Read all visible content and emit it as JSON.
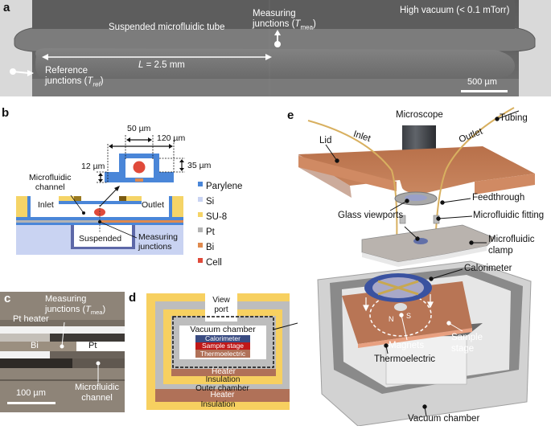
{
  "panels": {
    "a": {
      "letter": "a",
      "suspended_tube": "Suspended microfluidic tube",
      "measuring_line1": "Measuring",
      "measuring_line2": "junctions (",
      "measuring_T": "T",
      "measuring_sub": "mea",
      "measuring_close": ")",
      "vacuum": "High vacuum (< 0.1 mTorr)",
      "length": "L = 2.5 mm",
      "length_L": "L",
      "length_rest": " = 2.5 mm",
      "reference_line1": "Reference",
      "reference_line2": "junctions (",
      "reference_T": "T",
      "reference_sub": "ref",
      "reference_close": ")",
      "scale_bar": "500 µm"
    },
    "b": {
      "letter": "b",
      "dim_50": "50 µm",
      "dim_120": "120 µm",
      "dim_12": "12 µm",
      "dim_35": "35 µm",
      "microfluidic_line1": "Microfluidic",
      "microfluidic_line2": "channel",
      "inlet": "Inlet",
      "outlet": "Outlet",
      "suspended": "Suspended",
      "measuring_line1": "Measuring",
      "measuring_line2": "junctions",
      "legend": [
        {
          "label": "Parylene",
          "color": "#4a86d8"
        },
        {
          "label": "Si",
          "color": "#c9d3f2"
        },
        {
          "label": "SU-8",
          "color": "#f5d467"
        },
        {
          "label": "Pt",
          "color": "#b3b3b3"
        },
        {
          "label": "Bi",
          "color": "#e08a4e"
        },
        {
          "label": "Cell",
          "color": "#e04a3a"
        }
      ]
    },
    "c": {
      "letter": "c",
      "measuring_line1": "Measuring",
      "measuring_line2": "junctions (",
      "measuring_T": "T",
      "measuring_sub": "mea",
      "measuring_close": ")",
      "pt_heater": "Pt heater",
      "bi": "Bi",
      "pt": "Pt",
      "scale_bar": "100 µm",
      "microfluidic_line1": "Microfluidic",
      "microfluidic_line2": "channel"
    },
    "d": {
      "letter": "d",
      "view_port_line1": "View",
      "view_port_line2": "port",
      "vacuum_chamber": "Vacuum chamber",
      "calorimeter": "Calorimeter",
      "sample_stage": "Sample stage",
      "thermoelectric": "Thermoelectric",
      "heater_inner": "Heater",
      "insulation_inner": "Insulation",
      "outer_chamber": "Outer chamber",
      "heater_outer": "Heater",
      "insulation_outer": "Insulation"
    },
    "e": {
      "letter": "e",
      "microscope": "Microscope",
      "tubing": "Tubing",
      "lid": "Lid",
      "inlet": "Inlet",
      "outlet": "Outlet",
      "feedthrough": "Feedthrough",
      "glass_viewports": "Glass viewports",
      "microfluidic_fitting": "Microfluidic fitting",
      "microfluidic_clamp_line1": "Microfluidic",
      "microfluidic_clamp_line2": "clamp",
      "calorimeter": "Calorimeter",
      "magnets": "Magnets",
      "north": "N",
      "south": "S",
      "sample_stage_line1": "Sample",
      "sample_stage_line2": "stage",
      "thermoelectric": "Thermoelectric",
      "vacuum_chamber": "Vacuum chamber"
    }
  },
  "colors": {
    "parylene": "#4a86d8",
    "si": "#c9d3f2",
    "su8": "#f5d467",
    "pt": "#b3b3b3",
    "bi": "#e08a4e",
    "cell": "#e04a3a",
    "copper": "#c2784f",
    "heater": "#b07158",
    "calorimeter_blue": "#2f4a8a",
    "sample_stage_red": "#c01818"
  }
}
